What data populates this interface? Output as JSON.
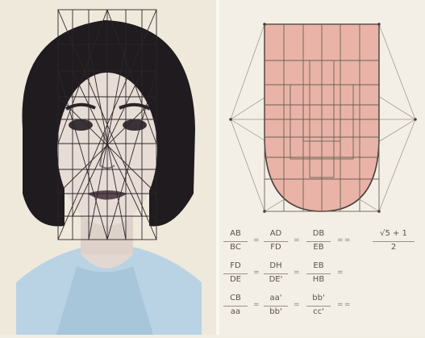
{
  "formulas": {
    "row1": {
      "n1": "AB",
      "d1": "BC",
      "n2": "AD",
      "d2": "FD",
      "n3": "DB",
      "d3": "EB",
      "n4": "√5 + 1",
      "d4": "2",
      "eqs": [
        "=",
        "=",
        "=",
        "="
      ]
    },
    "row2": {
      "n1": "FD",
      "d1": "DE",
      "n2": "DH",
      "d2": "DE'",
      "n3": "EB",
      "d3": "HB",
      "eqs": [
        "=",
        "=",
        "="
      ]
    },
    "row3": {
      "n1": "CB",
      "d1": "aa",
      "n2": "aa'",
      "d2": "bb'",
      "n3": "bb'",
      "d3": "cc'",
      "eqs": [
        "=",
        "=",
        "=",
        "="
      ]
    }
  },
  "colors": {
    "mask_fill": "#e9b3a8",
    "grid_line": "#6b6055",
    "hair": "#1e1b1d",
    "skin": "#e7ddd6",
    "collar": "#b7d2e3"
  }
}
